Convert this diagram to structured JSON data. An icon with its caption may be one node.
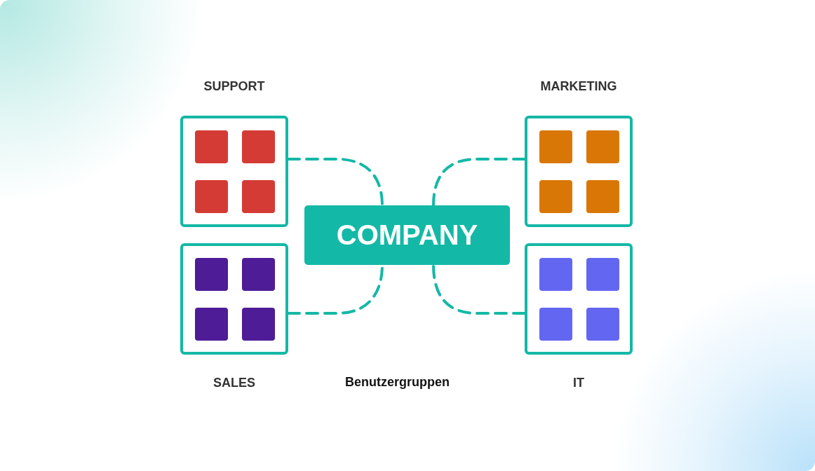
{
  "diagram": {
    "nodes": [
      {
        "text": [
          "SUPPORT"
        ]
      },
      {
        "text": [
          "MARKETING"
        ]
      },
      {
        "text": [
          "COMPANY"
        ]
      },
      {
        "text": [
          "SALES"
        ]
      },
      {
        "text": [
          "IT"
        ]
      }
    ],
    "edges": [
      {
        "from": 0,
        "to": 2,
        "arrow": "none",
        "style": "dashed"
      },
      {
        "from": 1,
        "to": 2,
        "arrow": "none",
        "style": "dashed"
      },
      {
        "from": 3,
        "to": 2,
        "arrow": "none",
        "style": "dashed"
      },
      {
        "from": 4,
        "to": 2,
        "arrow": "none",
        "style": "dashed"
      }
    ],
    "labels": [
      "Benutzergruppen"
    ]
  }
}
